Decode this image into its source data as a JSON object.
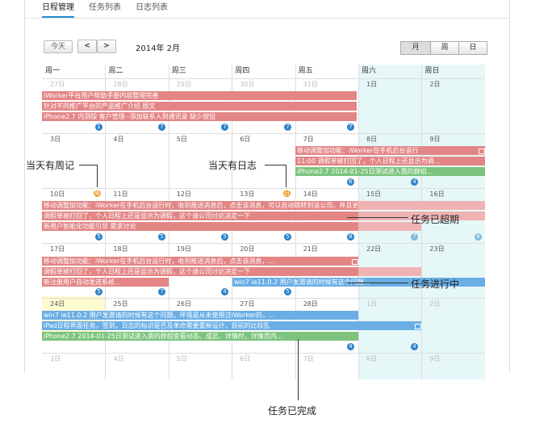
{
  "tabs": [
    {
      "label": "日程管理"
    },
    {
      "label": "任务列表"
    },
    {
      "label": "日志列表"
    }
  ],
  "toolbar": {
    "today": "今天",
    "prev": "<",
    "next": ">",
    "month_title": "2014年 2月",
    "view_month": "月",
    "view_week": "周",
    "view_day": "日"
  },
  "weekdays": [
    "周一",
    "周二",
    "周三",
    "周四",
    "周五",
    "周六",
    "周日"
  ],
  "dates": [
    [
      "27日",
      "28日",
      "29日",
      "30日",
      "31日",
      "1日",
      "2日"
    ],
    [
      "3日",
      "4日",
      "5日",
      "6日",
      "7日",
      "8日",
      "9日"
    ],
    [
      "10日",
      "11日",
      "12日",
      "13日",
      "14日",
      "15日",
      "16日"
    ],
    [
      "17日",
      "18日",
      "19日",
      "20日",
      "21日",
      "22日",
      "23日"
    ],
    [
      "24日",
      "25日",
      "26日",
      "27日",
      "28日",
      "1日",
      "2日"
    ],
    [
      "3日",
      "4日",
      "5日",
      "6日",
      "7日",
      "8日",
      "9日"
    ]
  ],
  "events": {
    "w1a": "iWorker平台用户帮助手册内容整理完善",
    "w1b": "针对不同推广平台的产品推广介绍 图文",
    "w1c": "iPhone2.7 内测版 客户管理--添加联系人到通讯录 缺少按钮",
    "w2a": "移动调整加功能：iWorker在手机后台运行",
    "w2b": "11:00 调假单被打回了，个人日程上还显示为调...",
    "w2c": "iPhone2.7 2014-01-25日测试进入我的群组...",
    "w3a": "移动调整加功能：iWorker在手机后台运行时，收到推送消息后，点击该消息，可以自动跳转到该公司，并且更新...",
    "w3b": "调假单被打回了，个人日程上还是显示为调假，这个请公司讨论决定一下",
    "w3c": "新用户智能化功能引导 需求讨论",
    "w4a": "移动调整加功能：iWorker在手机后台运行时，收到推送消息后，点击该消息，...",
    "w4b": "调假单被打回了，个人日程上还是显示为调假，这个请公司讨论决定一下",
    "w4c": "新注册用户自动发送系统...",
    "w4d": "win7 ie11.0.2 用户发邀请的时候有这个问题...",
    "w5a": "win7 ie11.0.2 用户发邀请的时候有这个问题，环境是从未使用过iWorker的，...",
    "w5b": "iPad日程界面任务，签到，日志的标识是否及革命需要重新设计，目前的比较乱",
    "w5c": "iPhone2.7 2014-01-25日测试进入我的群组查看动态、成员、详情时，详情页内..."
  },
  "badges": {
    "w1": [
      "1",
      "7",
      "7",
      "7",
      "7"
    ],
    "w2": [
      "4",
      "6"
    ],
    "w3": [
      "5",
      "5",
      "5",
      "5",
      "8",
      "7",
      "6"
    ],
    "w4": [
      "5",
      "7",
      "4",
      "5"
    ],
    "w5": [
      "4",
      "4"
    ]
  },
  "annotations": {
    "weekly": "当天有周记",
    "daily": "当天有日志",
    "overdue": "任务已超期",
    "inprogress": "任务进行中",
    "done": "任务已完成"
  },
  "marks": {
    "weekly": "周",
    "daily": "日"
  }
}
